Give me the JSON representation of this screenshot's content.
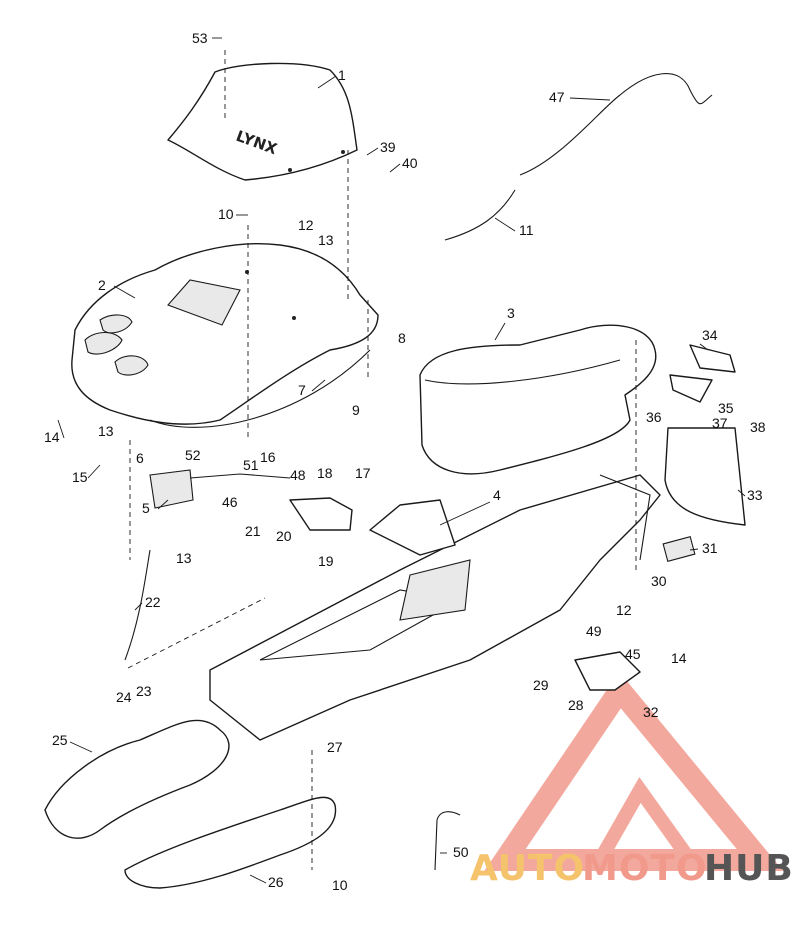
{
  "diagram": {
    "callouts": [
      "53",
      "1",
      "39",
      "40",
      "47",
      "11",
      "10",
      "12",
      "13",
      "2",
      "8",
      "3",
      "34",
      "7",
      "9",
      "35",
      "36",
      "37",
      "38",
      "14",
      "13",
      "16",
      "52",
      "51",
      "48",
      "6",
      "15",
      "18",
      "17",
      "46",
      "5",
      "21",
      "20",
      "19",
      "4",
      "33",
      "31",
      "30",
      "13",
      "22",
      "12",
      "49",
      "45",
      "14",
      "24",
      "23",
      "29",
      "28",
      "32",
      "27",
      "25",
      "26",
      "10",
      "50"
    ],
    "logo_text": "LYNX"
  },
  "watermark": {
    "text_a": "AUTO",
    "text_b": "MOTO",
    "text_c": "HUB",
    "color_a": "#f5c36b",
    "color_b": "#f19a8c",
    "color_c": "#555555",
    "triangle_color": "#f19a8c"
  }
}
